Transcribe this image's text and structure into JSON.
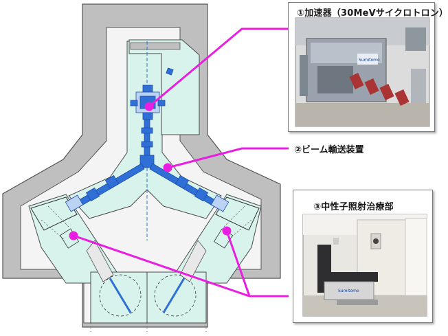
{
  "labels": {
    "accelerator": "①加速器（30MeVサイクロトロン）",
    "beam_transport": "②ビーム輸送装置",
    "therapy_room": "③中性子照射治療部"
  },
  "photo_badges": {
    "accelerator_maker": "Sumitomo",
    "bed_maker": "Sumitomo"
  },
  "colors": {
    "wall": "#bfbfbf",
    "room_fill": "#d8f3ec",
    "beamline": "#2f6fd6",
    "leader": "#e91ee0"
  }
}
